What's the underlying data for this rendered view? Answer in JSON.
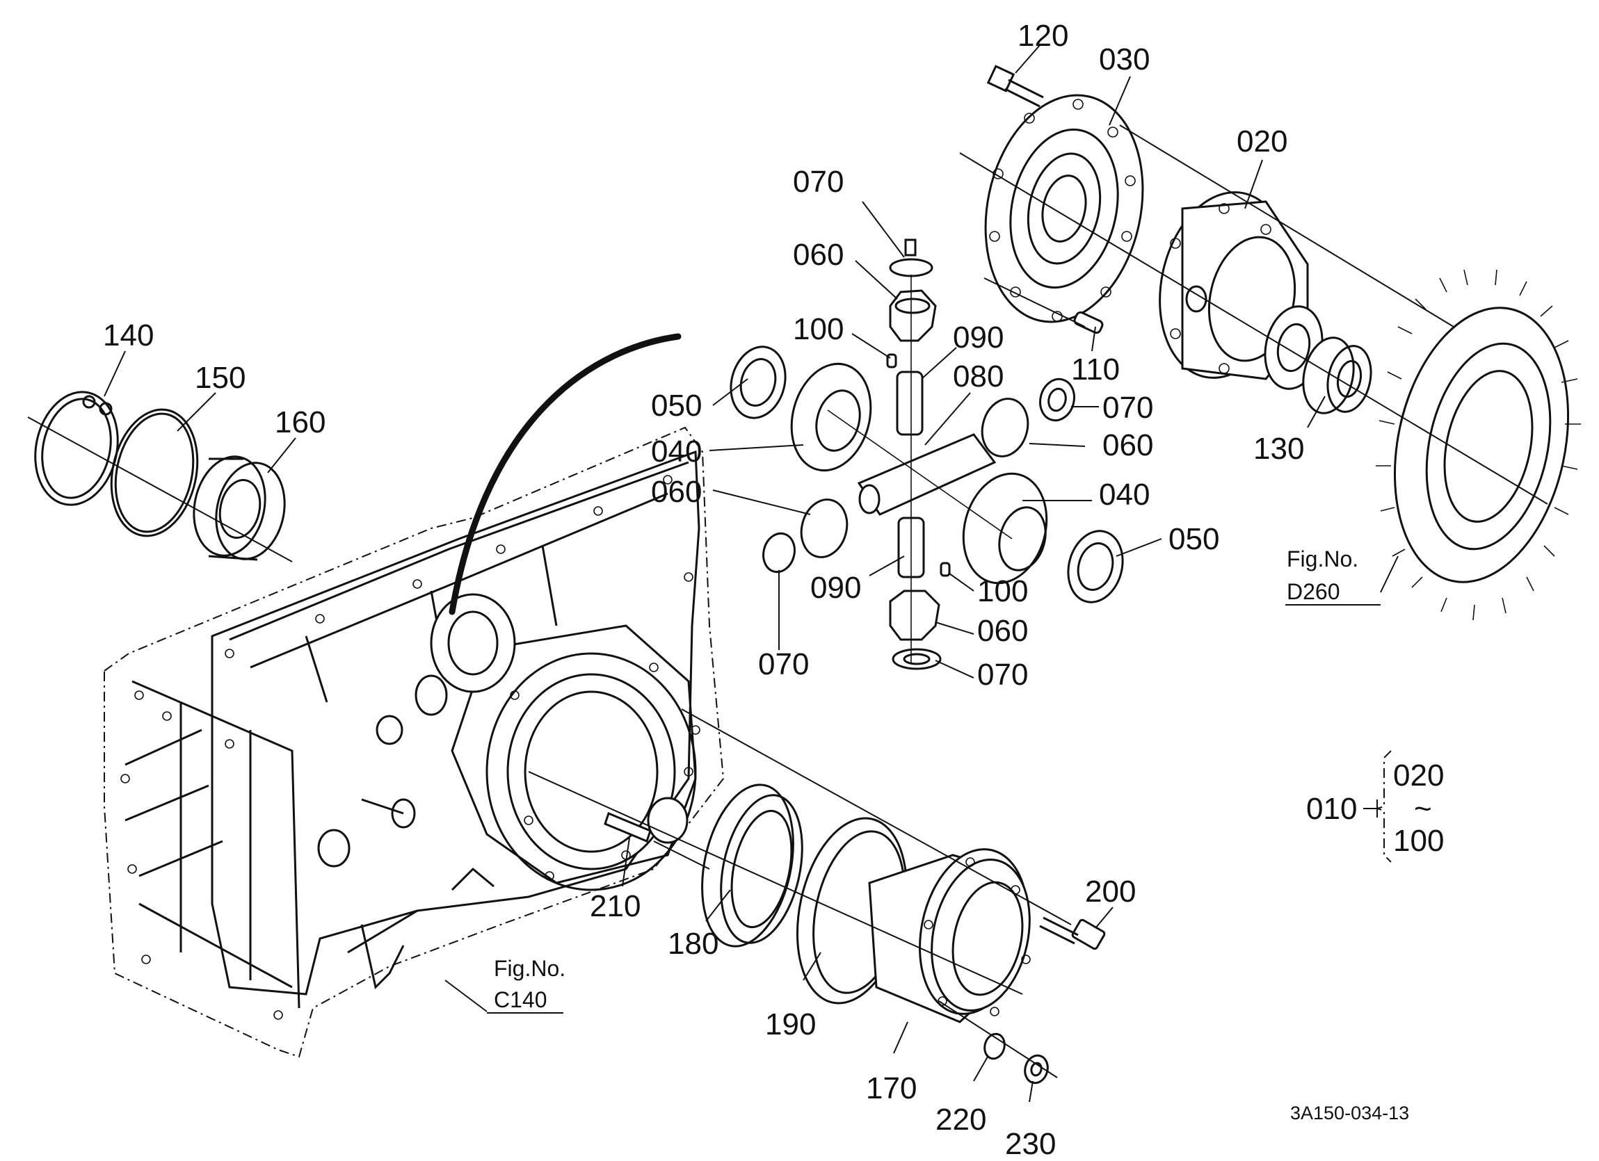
{
  "callouts": [
    "120",
    "030",
    "020",
    "070",
    "060",
    "100",
    "090",
    "080",
    "110",
    "050",
    "070",
    "040",
    "060",
    "130",
    "060",
    "040",
    "050",
    "090",
    "100",
    "070",
    "060",
    "070",
    "140",
    "150",
    "160",
    "200",
    "210",
    "180",
    "190",
    "170",
    "220",
    "230"
  ],
  "figure_refs": [
    {
      "label": "Fig.No.",
      "code": "D260"
    },
    {
      "label": "Fig.No.",
      "code": "C140"
    }
  ],
  "assembly": {
    "parent": "010",
    "from": "020",
    "tilde": "~",
    "to": "100"
  },
  "drawing_code": "3A150-034-13"
}
